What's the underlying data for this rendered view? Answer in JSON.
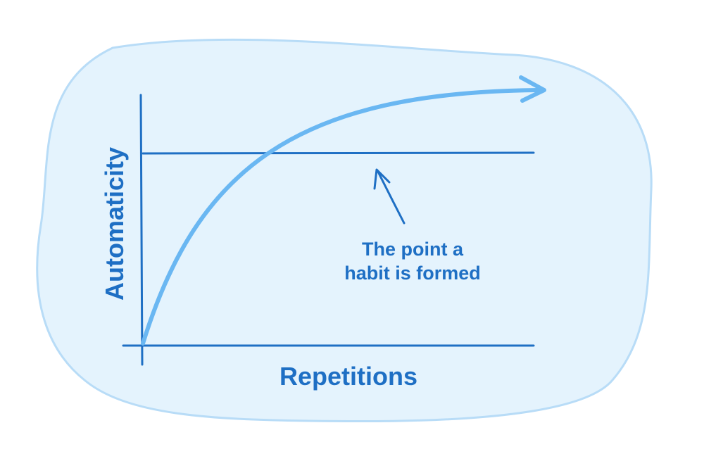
{
  "diagram": {
    "y_axis_label": "Automaticity",
    "x_axis_label": "Repetitions",
    "annotation": {
      "line1": "The point a",
      "line2": "habit is formed"
    },
    "colors": {
      "background_blob": "#e4f3fd",
      "blob_outline": "#b8dcf7",
      "axes_and_text": "#1e6fc4",
      "curve": "#6ab7f2"
    }
  }
}
